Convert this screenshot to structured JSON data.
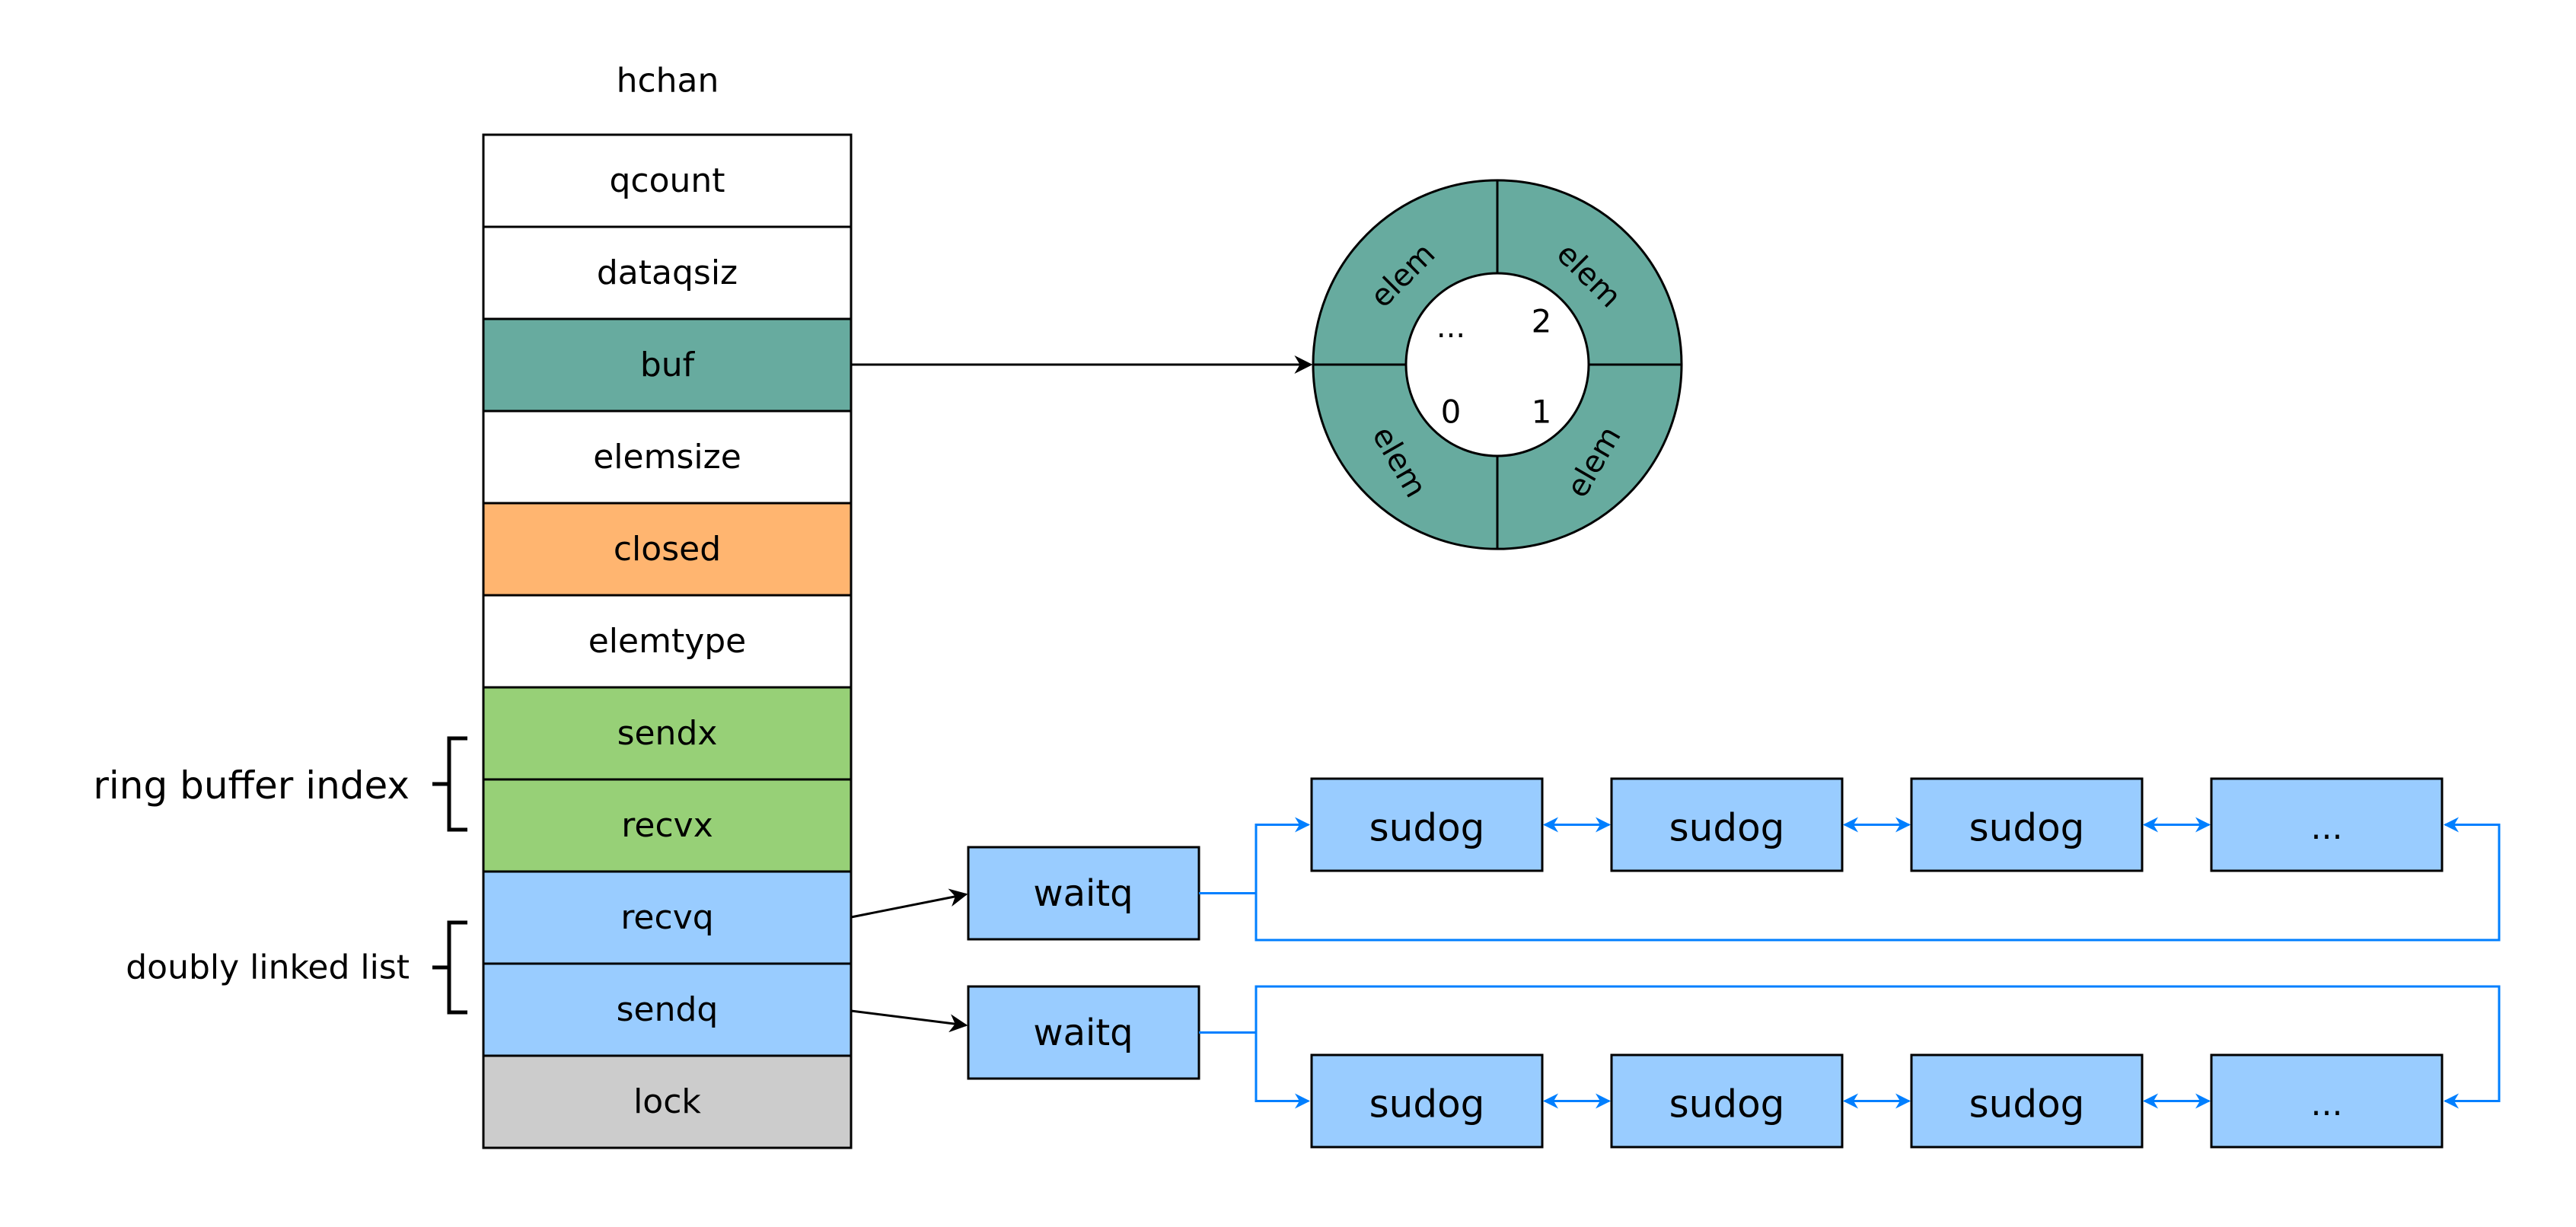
{
  "title": "hchan",
  "fields": [
    {
      "label": "qcount",
      "fill": "#ffffff"
    },
    {
      "label": "dataqsiz",
      "fill": "#ffffff"
    },
    {
      "label": "buf",
      "fill": "#67ab9f"
    },
    {
      "label": "elemsize",
      "fill": "#ffffff"
    },
    {
      "label": "closed",
      "fill": "#ffb570"
    },
    {
      "label": "elemtype",
      "fill": "#ffffff"
    },
    {
      "label": "sendx",
      "fill": "#97d077"
    },
    {
      "label": "recvx",
      "fill": "#97d077"
    },
    {
      "label": "recvq",
      "fill": "#99ccff"
    },
    {
      "label": "sendq",
      "fill": "#99ccff"
    },
    {
      "label": "lock",
      "fill": "#cccccc"
    }
  ],
  "brace_labels": {
    "ring_buffer": "ring buffer index",
    "linked_list": "doubly linked list"
  },
  "ring": {
    "fill": "#67ab9f",
    "segment_label": "elem",
    "indices": [
      "...",
      "2",
      "0",
      "1"
    ]
  },
  "waitq_label": "waitq",
  "waitq_fill": "#99ccff",
  "sudog_label": "sudog",
  "list_tail": "...",
  "link_color": "#007fff"
}
